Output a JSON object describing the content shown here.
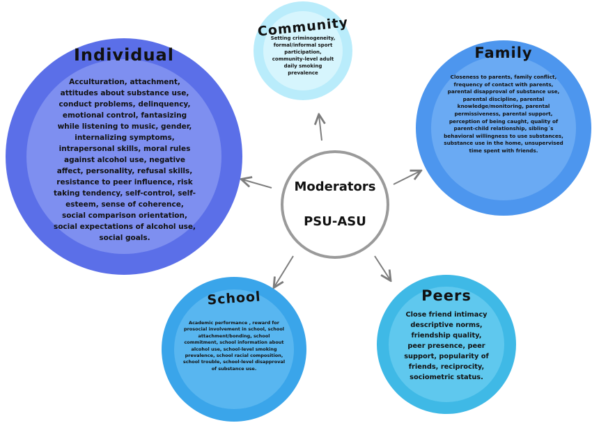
{
  "center": {
    "line1": "Moderators",
    "line2": "PSU-ASU"
  },
  "nodes": {
    "individual": {
      "title": "Individual",
      "text": "Acculturation, attachment, attitudes about substance use, conduct problems, delinquency, emotional control, fantasizing while listening to music, gender, internalizing symptoms, intrapersonal skills, moral rules against alcohol use, negative affect, personality, refusal skills, resistance to peer influence, risk taking tendency, self-control, self-esteem, sense of coherence, social comparison orientation, social expectations of alcohol use, social goals."
    },
    "community": {
      "title": "Community",
      "text": "Setting criminogeneity, formal/informal sport participation, community-level adult daily smoking prevalence"
    },
    "family": {
      "title": "Family",
      "text": "Closeness to parents, family conflict, frequency of contact with parents, parental disapproval of substance use, parental discipline, parental knowledge/monitoring, parental permissiveness, parental support, perception of being caught, quality of parent-child relationship, sibling´s behavioral willingness to use substances, substance use in the home, unsupervised time spent with friends."
    },
    "school": {
      "title": "School",
      "text": "Academic performance , reward for prosocial involvement in school, school attachment/bonding, school commitment, school information about alcohol use, school-level smoking prevalence, school racial composition, school trouble, school-level disapproval of substance use."
    },
    "peers": {
      "title": "Peers",
      "text": "Close friend intimacy descriptive norms, friendship quality, peer presence, peer support, popularity of friends, reciprocity, sociometric status."
    }
  },
  "colors": {
    "individual_outer": "#5b6fe8",
    "individual_inner": "#7e8ff0",
    "community_outer": "#b9ecfb",
    "community_inner": "#d6f5fd",
    "family_outer": "#4d96ee",
    "family_inner": "#6aaaf3",
    "school_outer": "#3aa5ea",
    "school_inner": "#58b6f0",
    "peers_outer": "#3fb9e6",
    "peers_inner": "#5fc8ee",
    "arrow": "#7d7d7d",
    "center_ring": "#9a9a9a"
  }
}
